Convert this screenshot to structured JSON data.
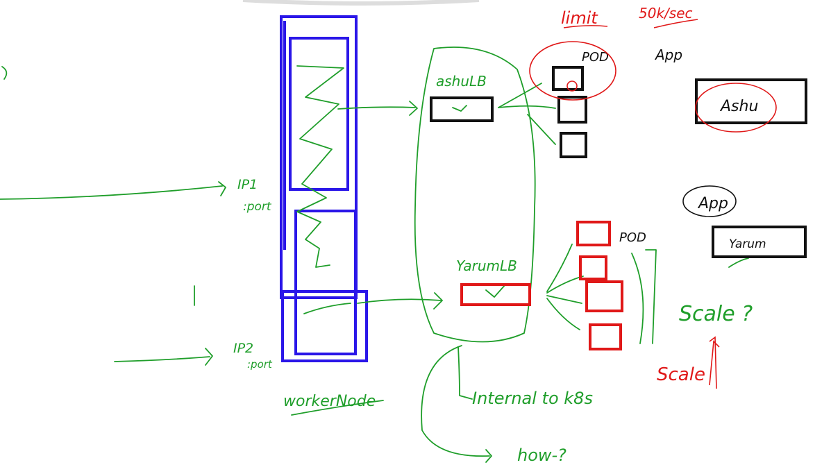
{
  "colors": {
    "green": "#1f9e2a",
    "blue": "#2a16e8",
    "red": "#e01818",
    "black": "#111111",
    "background": "#ffffff"
  },
  "labels": {
    "limit": "limit",
    "rate": "50k/sec",
    "pod_top": "POD",
    "app_top": "App",
    "ashu_box": "Ashu",
    "app_mid": "App",
    "yarum_box": "Yarum",
    "pod_bottom": "POD",
    "scale_q": "Scale ?",
    "scale_red": "Scale",
    "ashulb": "ashuLB",
    "yarumlb": "YarumLB",
    "ip1": "IP1",
    "ip1_port": ":port",
    "ip2": "IP2",
    "ip2_port": ":port",
    "workernode": "workerNode",
    "internal": "Internal to k8s",
    "how": "how-?"
  }
}
